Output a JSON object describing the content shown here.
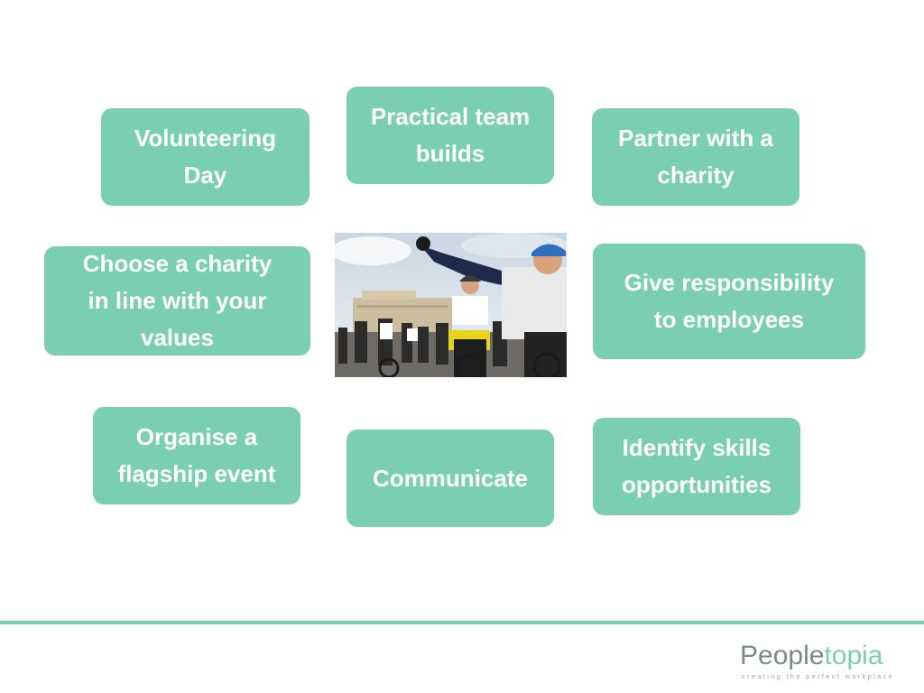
{
  "boxes": {
    "volunteering": [
      "Volunteering",
      "Day"
    ],
    "team_builds": [
      "Practical team",
      "builds"
    ],
    "partner": [
      "Partner with a",
      "charity"
    ],
    "choose_charity": [
      "Choose a charity",
      "in line with your",
      "values"
    ],
    "responsibility": [
      "Give responsibility",
      "to employees"
    ],
    "flagship": [
      "Organise a",
      "flagship event"
    ],
    "communicate": [
      "Communicate"
    ],
    "skills": [
      "Identify skills",
      "opportunities"
    ]
  },
  "logo": {
    "text_bold": "People",
    "text_light": "topia",
    "tagline": "creating the perfect workplace"
  },
  "colors": {
    "box_fill": "#7acfb3",
    "box_text": "#ffffff",
    "logo_dark": "#7b8a86",
    "logo_accent": "#7acfb3"
  }
}
